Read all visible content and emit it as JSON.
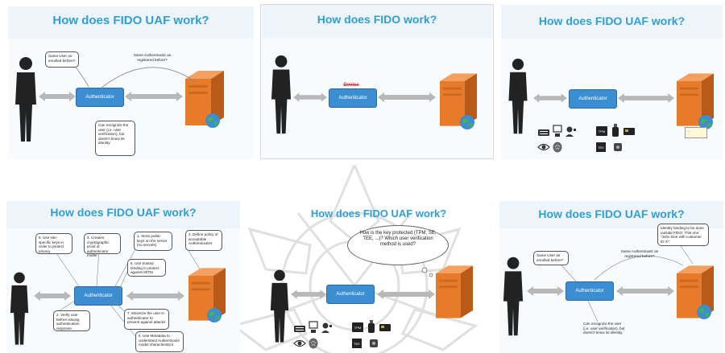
{
  "slides": [
    {
      "title": "How does FIDO UAF work?",
      "callouts": {
        "same_user": "Same User as enrolled before?",
        "same_authenticator": "Same Authenticator as registered before?",
        "can_recognize": "Can recognize the user (i.e. user verification), but doesn't know its identity."
      },
      "authenticator_label": "Authenticator"
    },
    {
      "title": "How does FIDO work?",
      "authenticator_label": "Authenticator",
      "strike_label": "Device"
    },
    {
      "title": "How does FIDO UAF work?",
      "authenticator_label": "Authenticator",
      "note": "..."
    },
    {
      "title": "How does FIDO UAF work?",
      "authenticator_label": "Authenticator",
      "callouts": {
        "c1": "8. Use site-specific keys in order to protect privacy",
        "c2": "4. Creates cryptographic proof of authenticator model",
        "c3": "1. Store public keys on the server (no secrets)",
        "c4": "3. Define policy of acceptable Authenticators",
        "c5": "6. Use trusted binding to protect against MITM",
        "c6": "2. Verify user before issuing authentication response",
        "c7": "7. Minimize the user in authenticator to prevent against attacks",
        "c8": "5. Use Metadata to understand Authenticator model characteristics"
      }
    },
    {
      "title": "How does FIDO UAF work?",
      "authenticator_label": "Authenticator",
      "cloud": "How is the key protected (TPM, SE, TEE, ...)? Which user verification method is used?"
    },
    {
      "title": "How does FIDO UAF work?",
      "authenticator_label": "Authenticator",
      "callouts": {
        "same_user": "Same User as enrolled before?",
        "same_authenticator": "Same Authenticator as registered before?",
        "can_recognize": "Can recognize the user (i.e. user verification), but doesn't know its identity.",
        "identity_binding": "Identity binding to be done outside FIDO: This one: \"John Doe with customer ID X\""
      }
    }
  ],
  "colors": {
    "title": "#2f9fd6",
    "authenticator": "#3a8ed1",
    "server": "#e87b2a",
    "arrow": "#b8b8b8"
  },
  "icons": [
    "person-silhouette-icon",
    "server-icon",
    "globe-icon",
    "double-arrow-icon",
    "keyboard-icon",
    "camera-icon",
    "fingerprint-icon",
    "eye-icon",
    "usb-key-icon",
    "tpm-chip-icon",
    "smartcard-icon"
  ]
}
